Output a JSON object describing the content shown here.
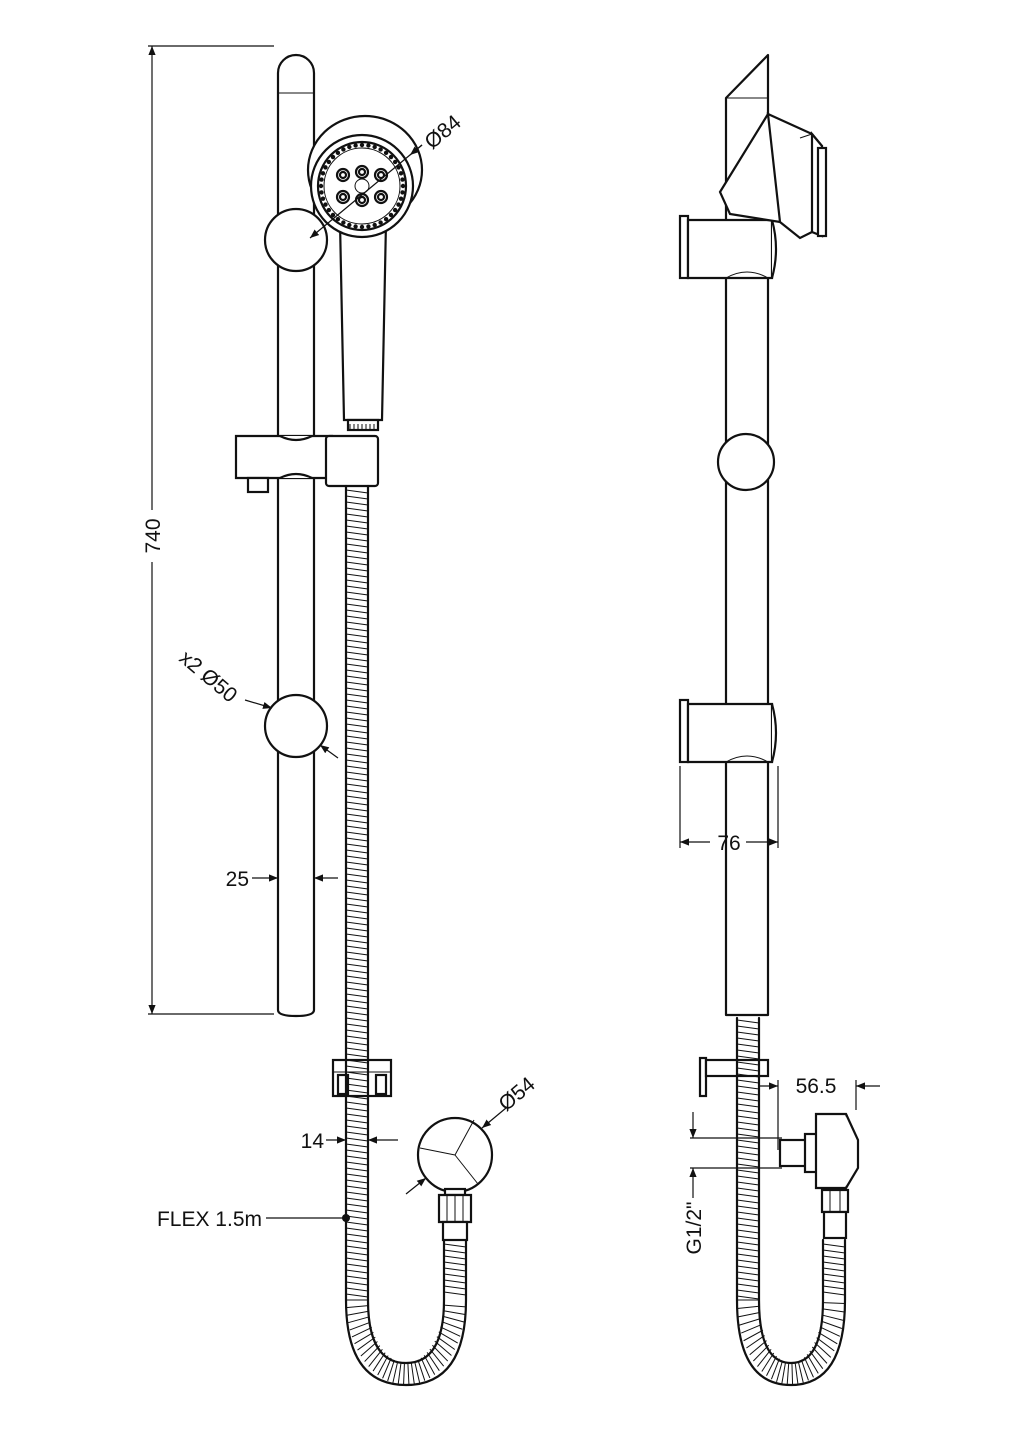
{
  "labels": {
    "height": "740",
    "head_diameter": "Ø84",
    "ring_diameter": "x2 Ø50",
    "rail_diameter": "25",
    "hose_diameter": "14",
    "outlet_diameter": "Ø54",
    "hose": "FLEX 1.5m",
    "bracket_depth": "76",
    "outlet_depth": "56.5",
    "thread": "G1/2\""
  }
}
